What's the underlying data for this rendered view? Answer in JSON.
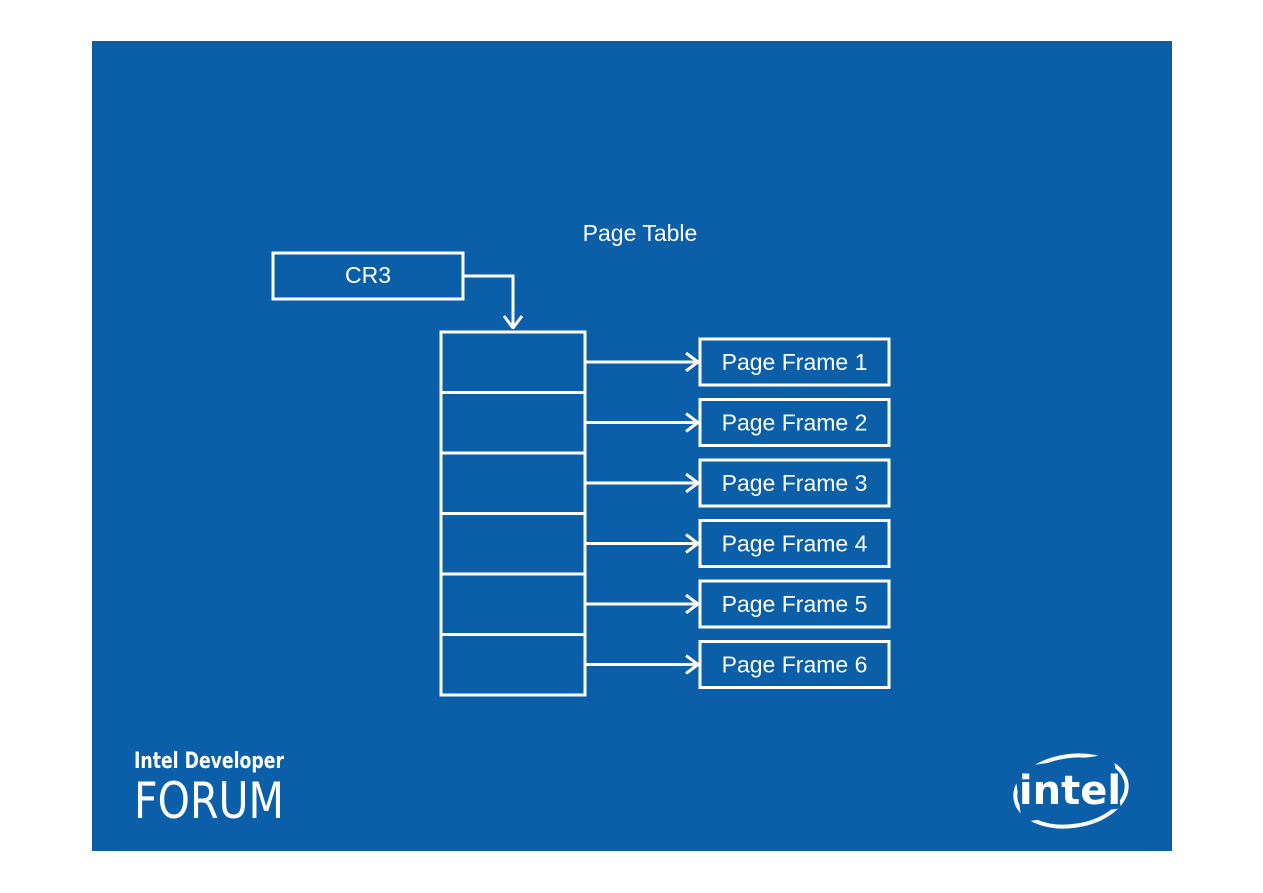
{
  "diagram": {
    "title": "Page Table",
    "register_label": "CR3",
    "page_table_entry_count": 6,
    "page_frames": [
      {
        "label": "Page Frame 1"
      },
      {
        "label": "Page Frame 2"
      },
      {
        "label": "Page Frame 3"
      },
      {
        "label": "Page Frame 4"
      },
      {
        "label": "Page Frame 5"
      },
      {
        "label": "Page Frame 6"
      }
    ]
  },
  "branding": {
    "forum_line1": "Intel Developer",
    "forum_line2": "FORUM",
    "intel_logo_text": "intel",
    "background_color": "#0a5fa8"
  }
}
